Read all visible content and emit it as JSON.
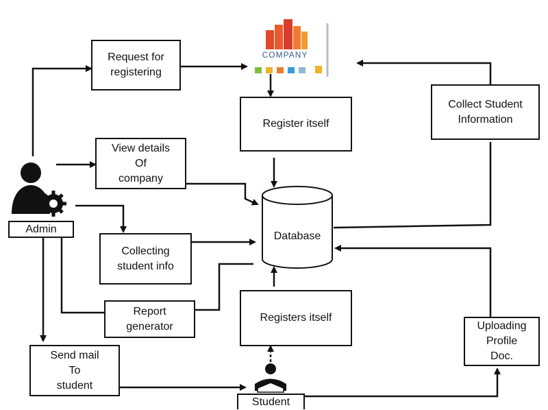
{
  "nodes": {
    "request": "Request for\nregistering",
    "company_logo": "COMPANY",
    "register_itself": "Register itself",
    "collect_student": "Collect Student\nInformation",
    "view_details": "View details\nOf\ncompany",
    "admin": "Admin",
    "collecting": "Collecting\nstudent info",
    "database": "Database",
    "report": "Report\ngenerator",
    "registers_itself": "Registers itself",
    "uploading": "Uploading\nProfile\nDoc.",
    "send_mail": "Send mail\nTo\nstudent",
    "student": "Student"
  },
  "icons": {
    "admin": "admin-gear-person-icon",
    "student": "student-reading-icon",
    "company": "company-buildings-logo"
  },
  "colors": {
    "stroke": "#111111",
    "logo_red": "#e0462b",
    "logo_orange": "#f08a2a",
    "logo_text": "#3a5d86"
  }
}
